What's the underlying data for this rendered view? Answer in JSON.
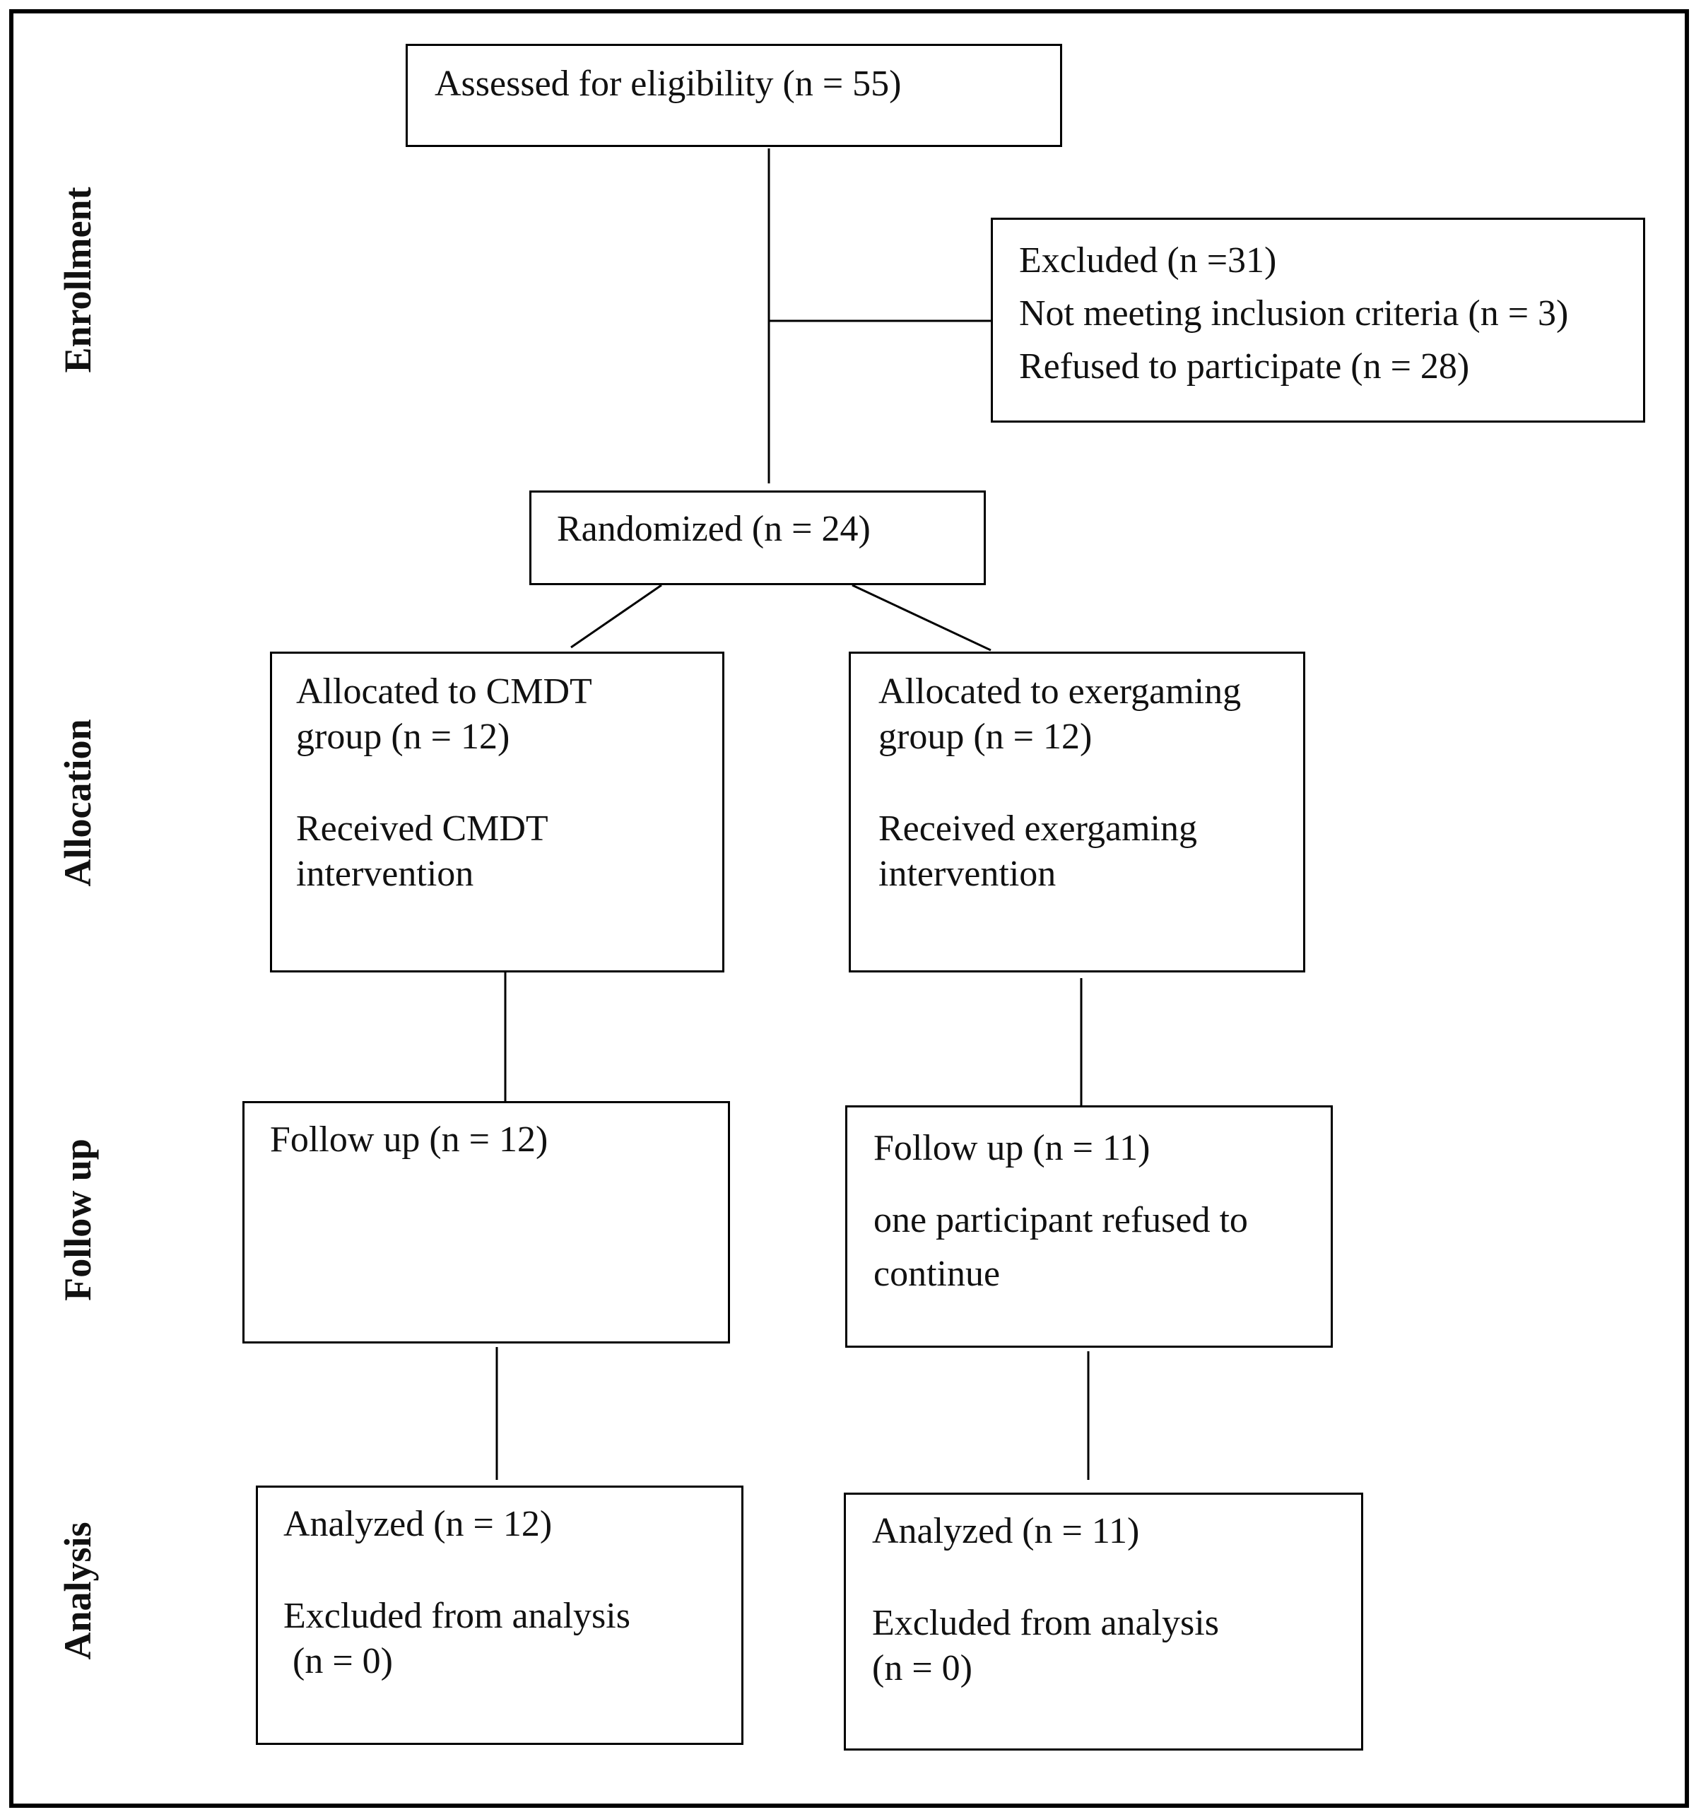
{
  "stages": {
    "enrollment": "Enrollment",
    "allocation": "Allocation",
    "follow_up": "Follow up",
    "analysis": "Analysis"
  },
  "boxes": {
    "assessed": {
      "lines": [
        "Assessed for eligibility (n = 55)"
      ]
    },
    "excluded": {
      "lines": [
        "Excluded (n =31)",
        "Not meeting inclusion criteria (n = 3)",
        "Refused to participate (n = 28)"
      ]
    },
    "randomized": {
      "lines": [
        "Randomized (n = 24)"
      ]
    },
    "alloc_cmdt": {
      "lines": [
        "Allocated to CMDT",
        "group (n = 12)",
        "Received CMDT",
        "intervention"
      ]
    },
    "alloc_exergaming": {
      "lines": [
        "Allocated to exergaming",
        "group (n = 12)",
        "Received exergaming",
        "intervention"
      ]
    },
    "followup_cmdt": {
      "lines": [
        "Follow up (n = 12)"
      ]
    },
    "followup_exergaming": {
      "lines": [
        "Follow up (n = 11)",
        "one participant refused to",
        "continue"
      ]
    },
    "analysis_cmdt": {
      "lines": [
        "Analyzed (n = 12)",
        "Excluded from analysis",
        " (n = 0)"
      ]
    },
    "analysis_exergaming": {
      "lines": [
        "Analyzed (n = 11)",
        "Excluded from analysis",
        "(n = 0)"
      ]
    }
  }
}
